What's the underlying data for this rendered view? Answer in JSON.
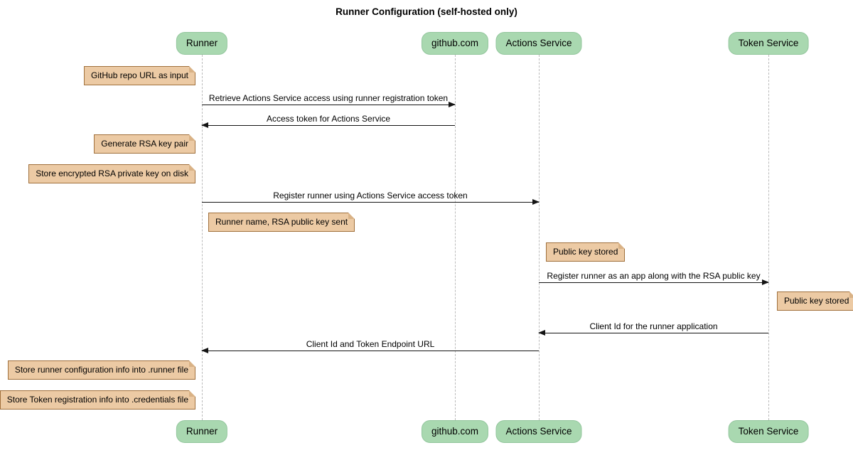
{
  "title": "Runner Configuration (self-hosted only)",
  "colors": {
    "participant-fill": "#A9D8B0",
    "participant-border": "#93C69D",
    "note-fill": "#ECCAA4",
    "note-border": "#A0703C",
    "note-fold": "#D9B286",
    "lifeline": "#BBBBBB",
    "arrow": "#141414"
  },
  "participants": [
    {
      "name": "Runner"
    },
    {
      "name": "github.com"
    },
    {
      "name": "Actions Service"
    },
    {
      "name": "Token Service"
    }
  ],
  "messages": [
    {
      "text": "Retrieve Actions Service access using runner registration token",
      "from": "Runner",
      "to": "github.com",
      "direction": "right"
    },
    {
      "text": "Access token for Actions Service",
      "from": "github.com",
      "to": "Runner",
      "direction": "left"
    },
    {
      "text": "Register runner using Actions Service access token",
      "from": "Runner",
      "to": "Actions Service",
      "direction": "right"
    },
    {
      "text": "Register runner as an app along with the RSA public key",
      "from": "Actions Service",
      "to": "Token Service",
      "direction": "right"
    },
    {
      "text": "Client Id for the runner application",
      "from": "Token Service",
      "to": "Actions Service",
      "direction": "left"
    },
    {
      "text": "Client Id and Token Endpoint URL",
      "from": "Actions Service",
      "to": "Runner",
      "direction": "left"
    }
  ],
  "notes": [
    {
      "text": "GitHub repo URL as input",
      "anchor": "left of Runner"
    },
    {
      "text": "Generate RSA key pair",
      "anchor": "left of Runner"
    },
    {
      "text": "Store encrypted RSA private key on disk",
      "anchor": "left of Runner"
    },
    {
      "text": "Runner name, RSA public key sent",
      "anchor": "right of Runner"
    },
    {
      "text": "Public key stored",
      "anchor": "right of Actions Service"
    },
    {
      "text": "Public key stored",
      "anchor": "right of Token Service"
    },
    {
      "text": "Store runner configuration info into .runner file",
      "anchor": "left of Runner"
    },
    {
      "text": "Store Token registration info into .credentials file",
      "anchor": "left of Runner"
    }
  ]
}
